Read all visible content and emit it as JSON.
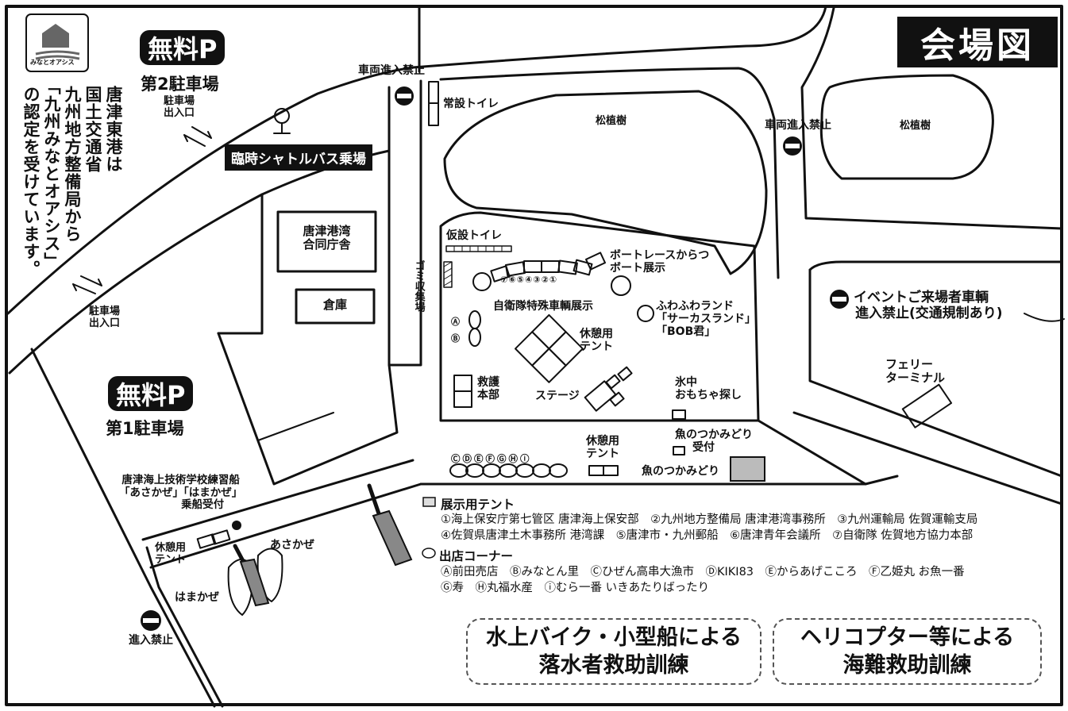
{
  "title": "会場図",
  "logo_text": "みなとオアシス",
  "oasis_note": [
    "唐津東港は",
    "国土交通省",
    "九州地方整備局から",
    "「九州みなとオアシス」",
    "の認定を受けています。"
  ],
  "parking2": {
    "badge": "無料P",
    "name": "第2駐車場",
    "entrance": [
      "駐車場",
      "出入口"
    ]
  },
  "parking1": {
    "badge": "無料P",
    "name": "第1駐車場"
  },
  "left_entrance": [
    "駐車場",
    "出入口"
  ],
  "shuttle": "臨時シャトルバス乗場",
  "no_vehicle": "車両進入禁止",
  "permanent_toilet": "常設トイレ",
  "pine_trees": "松植樹",
  "government_office": [
    "唐津港湾",
    "合同庁舎"
  ],
  "warehouse": "倉庫",
  "garbage": "ゴミ収集場",
  "temp_toilet": "仮設トイレ",
  "boat_exhibit": [
    "ボートレースからつ",
    "ボート展示"
  ],
  "tent_numbers": "⑦⑥⑤④③②①",
  "sdf_vehicles": "自衛隊特殊車輌展示",
  "fuwafuwa": [
    "ふわふわランド",
    "「サーカスランド」",
    "「BOB君」"
  ],
  "stall_ab": [
    "Ⓐ",
    "Ⓑ"
  ],
  "rest_tent": [
    "休憩用",
    "テント"
  ],
  "first_aid": [
    "救護",
    "本部"
  ],
  "stage": "ステージ",
  "ice_toy": [
    "氷中",
    "おもちゃ探し"
  ],
  "fish_reception": [
    "魚のつかみどり",
    "受付"
  ],
  "fish_catch": "魚のつかみどり",
  "stall_ci": "ⒸⒹⒺⒻⒼⒽⓘ",
  "event_no_entry": [
    "イベントご来場者車輌",
    "進入禁止(交通規制あり)"
  ],
  "ferry_terminal": [
    "フェリー",
    "ターミナル"
  ],
  "training_ship": [
    "唐津海上技術学校練習船",
    "「あさかぜ」「はまかぜ」",
    "乗船受付"
  ],
  "asakaze": "あさかぜ",
  "hamakaze": "はまかぜ",
  "no_entry": "進入禁止",
  "legend": {
    "tent_title": "展示用テント",
    "tent_lines": [
      "①海上保安庁第七管区 唐津海上保安部　②九州地方整備局 唐津港湾事務所　③九州運輸局 佐賀運輸支局",
      "④佐賀県唐津土木事務所 港湾課　⑤唐津市・九州郵船　⑥唐津青年会議所　⑦自衛隊 佐賀地方協力本部"
    ],
    "shop_title": "出店コーナー",
    "shop_lines": [
      "Ⓐ前田売店　Ⓑみなとん里　Ⓒひぜん高串大漁市　ⒹKIKI83　Ⓔからあげこころ　Ⓕ乙姫丸 お魚一番",
      "Ⓖ寿　Ⓗ丸福水産　ⓘむら一番 いきあたりばったり"
    ]
  },
  "callouts": [
    [
      "水上バイク・小型船による",
      "落水者救助訓練"
    ],
    [
      "ヘリコプター等による",
      "海難救助訓練"
    ]
  ]
}
